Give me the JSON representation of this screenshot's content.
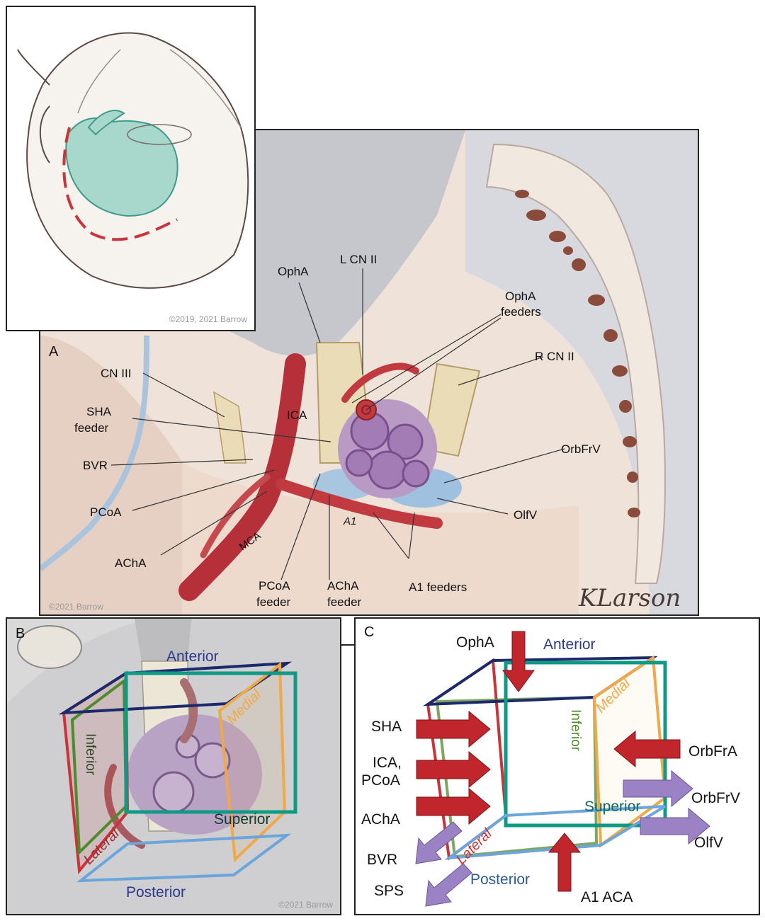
{
  "panel_a": {
    "letter": "A",
    "credit": "©2021 Barrow",
    "signature": "KLarson",
    "labels": {
      "opha": "OphA",
      "lcn2": "L CN II",
      "opha_feeders_1": "OphA",
      "opha_feeders_2": "feeders",
      "rcn2": "R CN II",
      "cn3": "CN III",
      "sha_1": "SHA",
      "sha_2": "feeder",
      "ica": "ICA",
      "bvr": "BVR",
      "orbfrv": "OrbFrV",
      "pcoa": "PCoA",
      "olfv": "OlfV",
      "a1": "A1",
      "mca": "MCA",
      "acha": "AChA",
      "pcoa_feeder_1": "PCoA",
      "pcoa_feeder_2": "feeder",
      "acha_feeder_1": "AChA",
      "acha_feeder_2": "feeder",
      "a1_feeders": "A1 feeders"
    }
  },
  "inset": {
    "credit": "©2019, 2021 Barrow"
  },
  "panel_b": {
    "letter": "B",
    "credit": "©2021 Barrow",
    "faces": {
      "anterior": "Anterior",
      "medial": "Medial",
      "inferior": "Inferior",
      "superior": "Superior",
      "lateral": "Lateral",
      "posterior": "Posterior"
    }
  },
  "panel_c": {
    "letter": "C",
    "faces": {
      "anterior": "Anterior",
      "medial": "Medial",
      "inferior": "Inferior",
      "superior": "Superior",
      "lateral": "Lateral",
      "posterior": "Posterior"
    },
    "arrows": {
      "opha": "OphA",
      "sha": "SHA",
      "ica_1": "ICA,",
      "ica_2": "PCoA",
      "acha": "AChA",
      "bvr": "BVR",
      "sps": "SPS",
      "orbfra": "OrbFrA",
      "orbfrv": "OrbFrV",
      "olfv": "OlfV",
      "a1aca": "A1 ACA"
    }
  },
  "colors": {
    "anterior": "#1c2a6b",
    "medial": "#f0a848",
    "inferior": "#4f8a2c",
    "superior": "#0f9a86",
    "lateral": "#c9343a",
    "posterior": "#6aa6dc",
    "arterial_arrow": "#c0262c",
    "venous_arrow": "#9b82c4"
  }
}
